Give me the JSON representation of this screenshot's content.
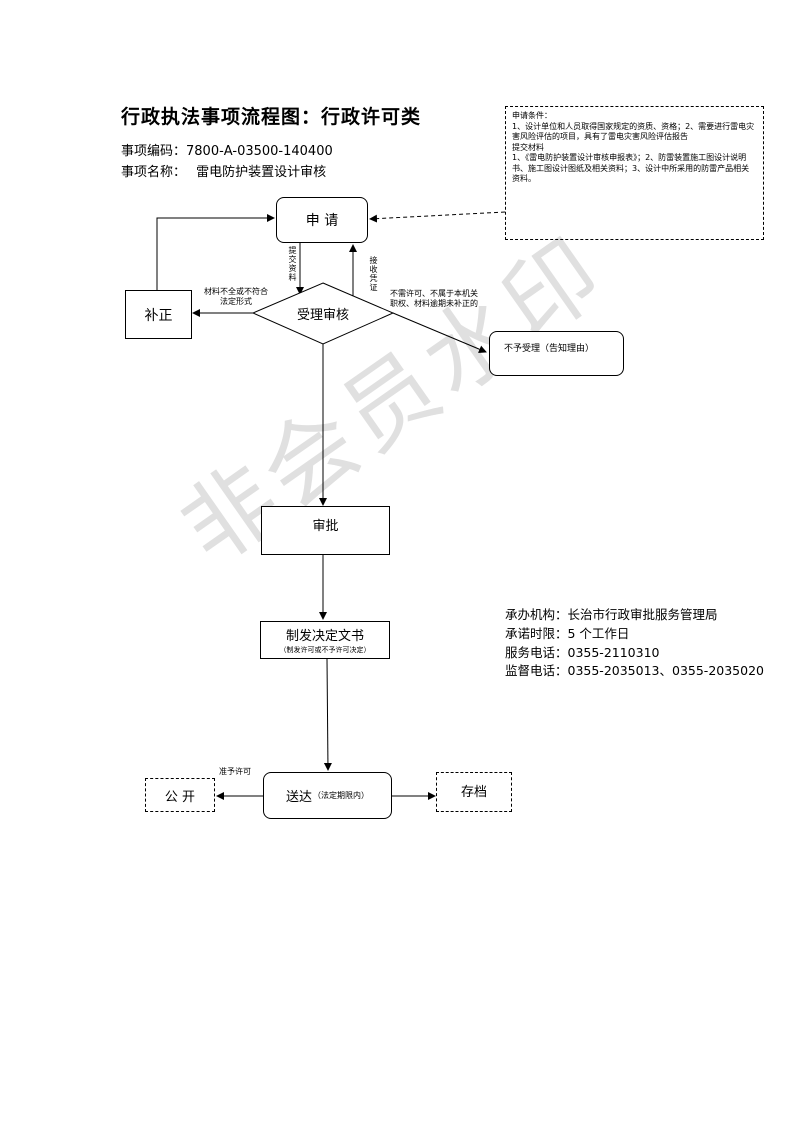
{
  "header": {
    "title": "行政执法事项流程图：行政许可类",
    "code_line": "事项编码：7800-A-03500-140400",
    "name_label": "事项名称：",
    "name_value": "雷电防护装置设计审核"
  },
  "note": {
    "lines": [
      "申请条件：",
      "1、设计单位和人员取得国家规定的资质、资格；2、需要进行雷电灾害风险评估的项目，具有了雷电灾害风险评估报告",
      "提交材料",
      "1、《雷电防护装置设计审核申报表》；2、防雷装置施工图设计说明书、施工图设计图纸及相关资料；3、设计中所采用的防雷产品相关资料。"
    ]
  },
  "nodes": {
    "apply": "申 请",
    "review": "受理审核",
    "supplement": "补正",
    "reject": "不予受理（告知理由）",
    "approve": "审批",
    "decision_main": "制发决定文书",
    "decision_sub": "（制发许可或不予许可决定）",
    "deliver_main": "送达",
    "deliver_sub": "（法定期限内）",
    "publicize": "公 开",
    "archive": "存档"
  },
  "edge_labels": {
    "submit": "提交资料",
    "receipt": "接收凭证",
    "incomplete_1": "材料不全或不符合",
    "incomplete_2": "法定形式",
    "not_allowed_1": "不需许可、不属于本机关",
    "not_allowed_2": "职权、材料逾期未补正的",
    "grant": "准予许可"
  },
  "info": {
    "agency": "承办机构：长治市行政审批服务管理局",
    "time_limit": "承诺时限：5 个工作日",
    "service_phone": "服务电话：0355-2110310",
    "supervise_phone": "监督电话：0355-2035013、0355-2035020"
  },
  "watermark": "非会员水印"
}
